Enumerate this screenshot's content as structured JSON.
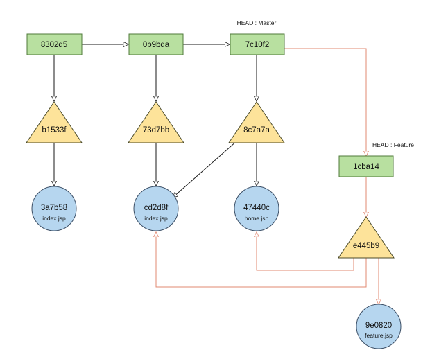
{
  "colors": {
    "commit_fill": "#b8e0a0",
    "commit_stroke": "#4f7a3a",
    "tree_fill": "#fde39a",
    "tree_stroke": "#4a4a2a",
    "blob_fill": "#b6d6ef",
    "blob_stroke": "#3c4f66",
    "edge": "#1a1a1a",
    "feature_edge": "#e08872"
  },
  "labels": {
    "head_master": "HEAD : Master",
    "head_feature": "HEAD : Feature"
  },
  "commits": [
    {
      "id": "c1",
      "hash": "8302d5"
    },
    {
      "id": "c2",
      "hash": "0b9bda"
    },
    {
      "id": "c3",
      "hash": "7c10f2"
    },
    {
      "id": "c4",
      "hash": "1cba14"
    }
  ],
  "trees": [
    {
      "id": "t1",
      "hash": "b1533f"
    },
    {
      "id": "t2",
      "hash": "73d7bb"
    },
    {
      "id": "t3",
      "hash": "8c7a7a"
    },
    {
      "id": "t4",
      "hash": "e445b9"
    }
  ],
  "blobs": [
    {
      "id": "b1",
      "hash": "3a7b58",
      "file": "index.jsp"
    },
    {
      "id": "b2",
      "hash": "cd2d8f",
      "file": "index.jsp"
    },
    {
      "id": "b3",
      "hash": "47440c",
      "file": "home.jsp"
    },
    {
      "id": "b4",
      "hash": "9e0820",
      "file": "feature.jsp"
    }
  ],
  "edges": [
    {
      "from": "c1",
      "to": "c2",
      "kind": "parent"
    },
    {
      "from": "c2",
      "to": "c3",
      "kind": "parent"
    },
    {
      "from": "c1",
      "to": "t1",
      "kind": "tree"
    },
    {
      "from": "c2",
      "to": "t2",
      "kind": "tree"
    },
    {
      "from": "c3",
      "to": "t3",
      "kind": "tree"
    },
    {
      "from": "t1",
      "to": "b1",
      "kind": "blob"
    },
    {
      "from": "t2",
      "to": "b2",
      "kind": "blob"
    },
    {
      "from": "t3",
      "to": "b2",
      "kind": "blob"
    },
    {
      "from": "t3",
      "to": "b3",
      "kind": "blob"
    },
    {
      "from": "c3",
      "to": "c4",
      "kind": "feature"
    },
    {
      "from": "c4",
      "to": "t4",
      "kind": "feature"
    },
    {
      "from": "t4",
      "to": "b3",
      "kind": "feature"
    },
    {
      "from": "t4",
      "to": "b2",
      "kind": "feature"
    },
    {
      "from": "t4",
      "to": "b4",
      "kind": "feature"
    }
  ]
}
